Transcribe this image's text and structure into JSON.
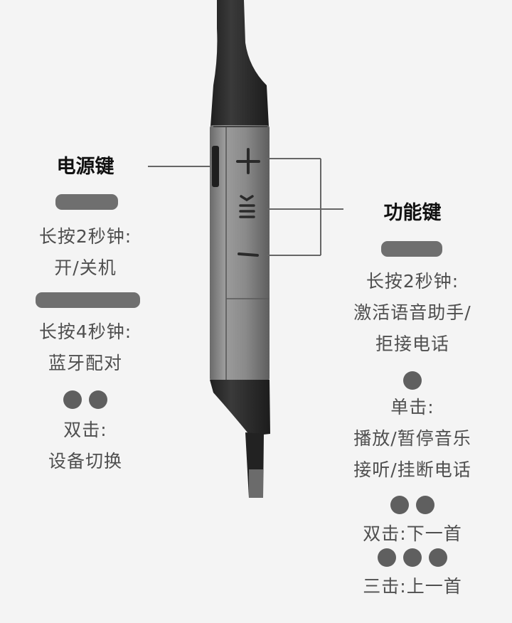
{
  "power_key": {
    "title": "电源键",
    "hold2_label": "长按2秒钟:",
    "hold2_action": "开/关机",
    "hold4_label": "长按4秒钟:",
    "hold4_action": "蓝牙配对",
    "double_label": "双击:",
    "double_action": "设备切换"
  },
  "function_key": {
    "title": "功能键",
    "hold2_label": "长按2秒钟:",
    "hold2_action_line1": "激活语音助手/",
    "hold2_action_line2": "拒接电话",
    "single_label": "单击:",
    "single_action_line1": "播放/暂停音乐",
    "single_action_line2": "接听/挂断电话",
    "double_text": "双击:下一首",
    "triple_text": "三击:上一首"
  },
  "colors": {
    "background": "#f4f4f4",
    "indicator": "#6f6f6f",
    "cable": "#2b2b2b",
    "housing": "#8a8a8a"
  }
}
